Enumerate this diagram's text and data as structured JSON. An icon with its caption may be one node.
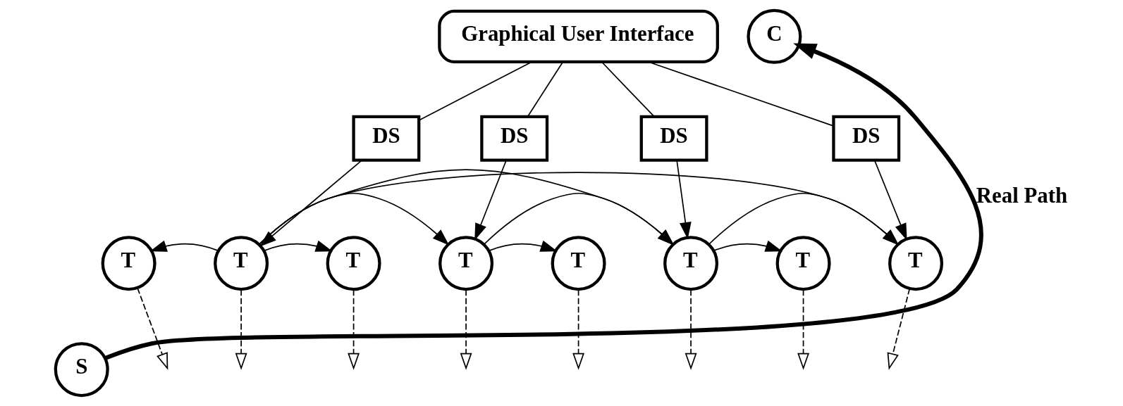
{
  "diagram": {
    "nodes": [
      {
        "text": [
          "Graphical User Interface"
        ]
      },
      {
        "text": [
          "DS"
        ]
      },
      {
        "text": [
          "DS"
        ]
      },
      {
        "text": [
          "DS"
        ]
      },
      {
        "text": [
          "DS"
        ]
      },
      {
        "text": [
          "T"
        ]
      },
      {
        "text": [
          "T"
        ]
      },
      {
        "text": [
          "T"
        ]
      },
      {
        "text": [
          "T"
        ]
      },
      {
        "text": [
          "T"
        ]
      },
      {
        "text": [
          "T"
        ]
      },
      {
        "text": [
          "T"
        ]
      },
      {
        "text": [
          "T"
        ]
      },
      {
        "text": [
          "S"
        ]
      },
      {
        "text": [
          "C"
        ]
      }
    ],
    "edges": [
      {
        "from": 0,
        "to": 1,
        "arrow": "none"
      },
      {
        "from": 0,
        "to": 2,
        "arrow": "none"
      },
      {
        "from": 0,
        "to": 3,
        "arrow": "none"
      },
      {
        "from": 0,
        "to": 4,
        "arrow": "none"
      },
      {
        "from": 1,
        "to": 6,
        "arrow": "to"
      },
      {
        "from": 2,
        "to": 8,
        "arrow": "to"
      },
      {
        "from": 3,
        "to": 10,
        "arrow": "to"
      },
      {
        "from": 4,
        "to": 12,
        "arrow": "to"
      },
      {
        "from": 6,
        "to": 12,
        "arrow": "to"
      },
      {
        "from": 6,
        "to": 10,
        "arrow": "to"
      },
      {
        "from": 6,
        "to": 8,
        "arrow": "to"
      },
      {
        "from": 6,
        "to": 5,
        "arrow": "to"
      },
      {
        "from": 6,
        "to": 7,
        "arrow": "to"
      },
      {
        "from": 8,
        "to": 10,
        "arrow": "to"
      },
      {
        "from": 8,
        "to": 9,
        "arrow": "to"
      },
      {
        "from": 10,
        "to": 12,
        "arrow": "to"
      },
      {
        "from": 10,
        "to": 11,
        "arrow": "to"
      },
      {
        "from": 5,
        "to": null,
        "arrow": "to",
        "style": "dashed"
      },
      {
        "from": 6,
        "to": null,
        "arrow": "to",
        "style": "dashed"
      },
      {
        "from": 7,
        "to": null,
        "arrow": "to",
        "style": "dashed"
      },
      {
        "from": 8,
        "to": null,
        "arrow": "to",
        "style": "dashed"
      },
      {
        "from": 9,
        "to": null,
        "arrow": "to",
        "style": "dashed"
      },
      {
        "from": 10,
        "to": null,
        "arrow": "to",
        "style": "dashed"
      },
      {
        "from": 11,
        "to": null,
        "arrow": "to",
        "style": "dashed"
      },
      {
        "from": 12,
        "to": null,
        "arrow": "to",
        "style": "dashed"
      },
      {
        "from": 13,
        "to": 14,
        "arrow": "to",
        "label": "Real Path",
        "style": "thick"
      }
    ]
  }
}
